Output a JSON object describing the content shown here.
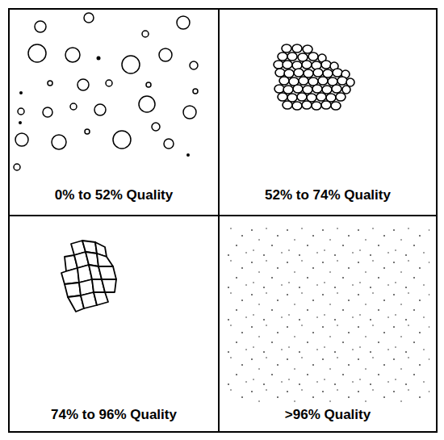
{
  "diagram": {
    "nodes": [
      {
        "text": [
          "0% to 52% Quality"
        ]
      },
      {
        "text": [
          "52% to 74% Quality"
        ]
      },
      {
        "text": [
          "74% to 96% Quality"
        ]
      },
      {
        "text": [
          ">96% Quality"
        ]
      }
    ]
  }
}
